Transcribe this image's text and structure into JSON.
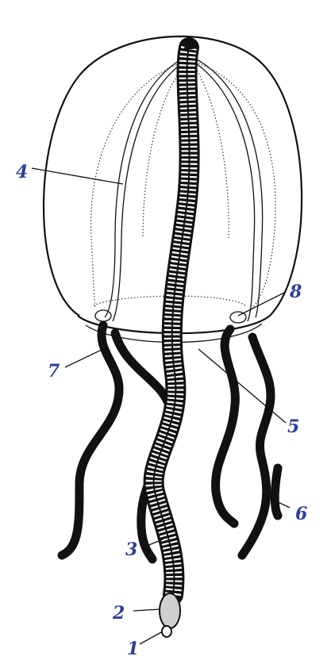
{
  "labels": {
    "l1": "1",
    "l2": "2",
    "l3": "3",
    "l4": "4",
    "l5": "5",
    "l6": "6",
    "l7": "7",
    "l8": "8"
  },
  "colors": {
    "label": "#2b3f9a",
    "ink": "#111111"
  }
}
